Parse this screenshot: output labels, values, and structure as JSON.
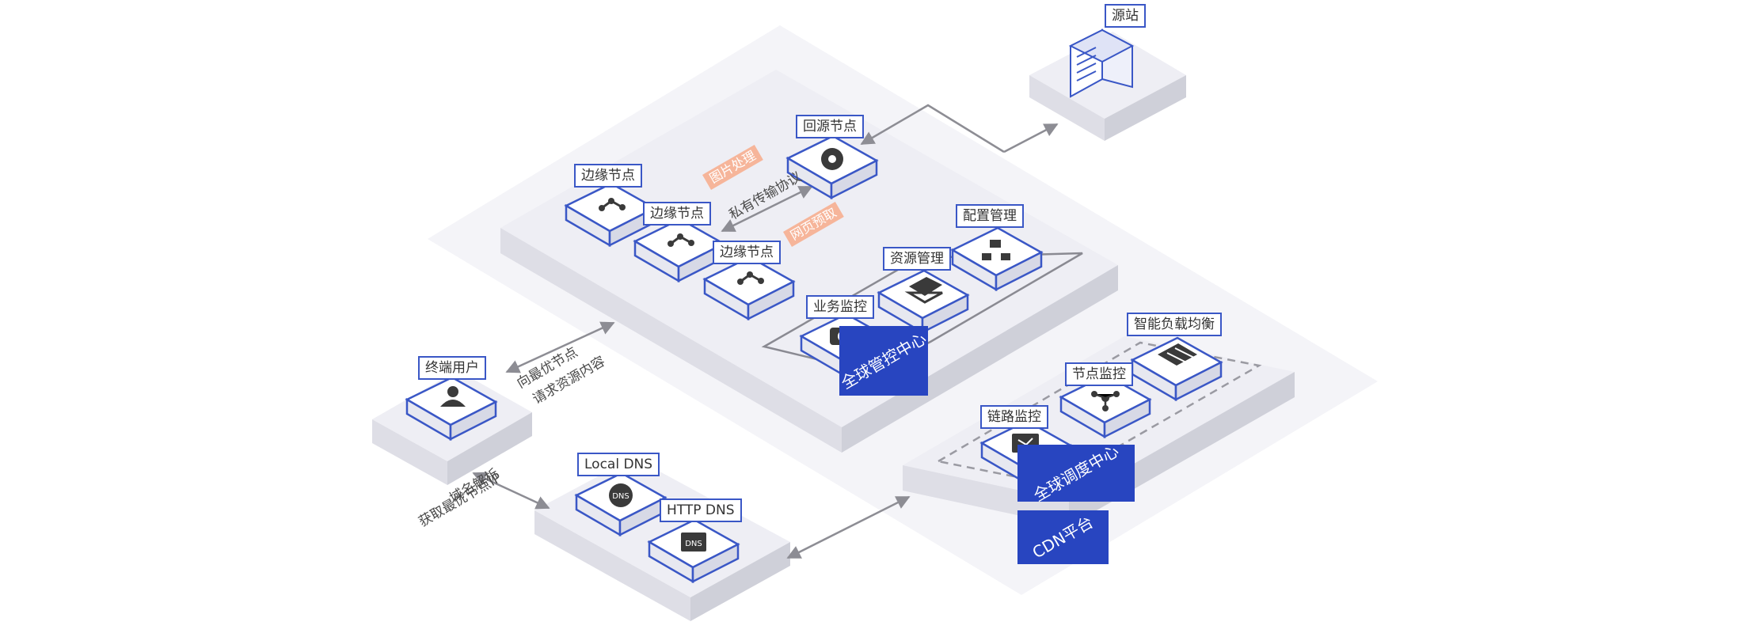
{
  "labels": {
    "origin_server": "源站",
    "back_to_origin_node": "回源节点",
    "edge_node": "边缘节点",
    "config_mgmt": "配置管理",
    "resource_mgmt": "资源管理",
    "business_monitor": "业务监控",
    "global_control_center": "全球管控中心",
    "end_user": "终端用户",
    "local_dns": "Local DNS",
    "http_dns": "HTTP DNS",
    "smart_lb": "智能负载均衡",
    "node_monitor": "节点监控",
    "link_monitor": "链路监控",
    "global_dispatch_center": "全球调度中心",
    "cdn_platform": "CDN平台"
  },
  "tags": {
    "image_processing": "图片处理",
    "web_prefetch": "网页预取"
  },
  "annotations": {
    "private_protocol": "私有传输协议",
    "request_line1": "向最优节点",
    "request_line2": "请求资源内容",
    "dns_line1": "域名解析",
    "dns_line2": "获取最优节点IP"
  },
  "icons": {
    "dns_glyph": "DNS"
  },
  "colors": {
    "accent": "#2845c0",
    "box_border": "#3a57c6",
    "tag": "#f6b59a",
    "platform_top": "#eeeef4",
    "platform_left": "#dedee6",
    "platform_right": "#cfd0d9"
  }
}
